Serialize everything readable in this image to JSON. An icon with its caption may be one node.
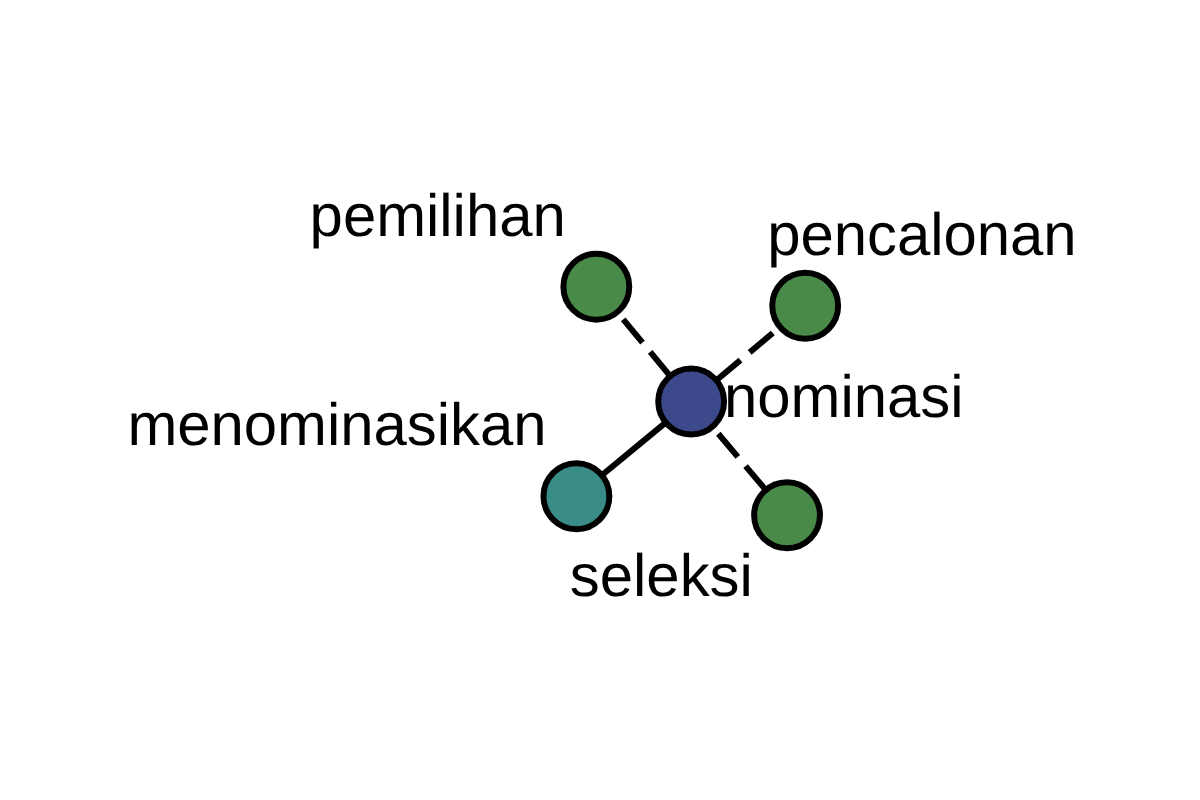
{
  "diagram": {
    "nodes": [
      {
        "text": [],
        "shape": "circle",
        "beside": [
          "menominasikan"
        ]
      },
      {
        "text": [],
        "shape": "circle",
        "beside": [
          "seleksi"
        ]
      },
      {
        "text": [],
        "shape": "circle",
        "beside": [
          "nominasi"
        ]
      },
      {
        "text": [],
        "shape": "circle",
        "beside": [
          "pemilihan"
        ]
      },
      {
        "text": [],
        "shape": "circle",
        "beside": [
          "pencalonan"
        ]
      }
    ],
    "edges": [
      {
        "from": 0,
        "to": 2,
        "arrow": "none"
      },
      {
        "from": 1,
        "to": 2,
        "arrow": "none",
        "style": "dashed"
      },
      {
        "from": 2,
        "to": 3,
        "arrow": "none",
        "style": "dashed"
      },
      {
        "from": 2,
        "to": 4,
        "arrow": "none",
        "style": "dashed"
      }
    ]
  }
}
